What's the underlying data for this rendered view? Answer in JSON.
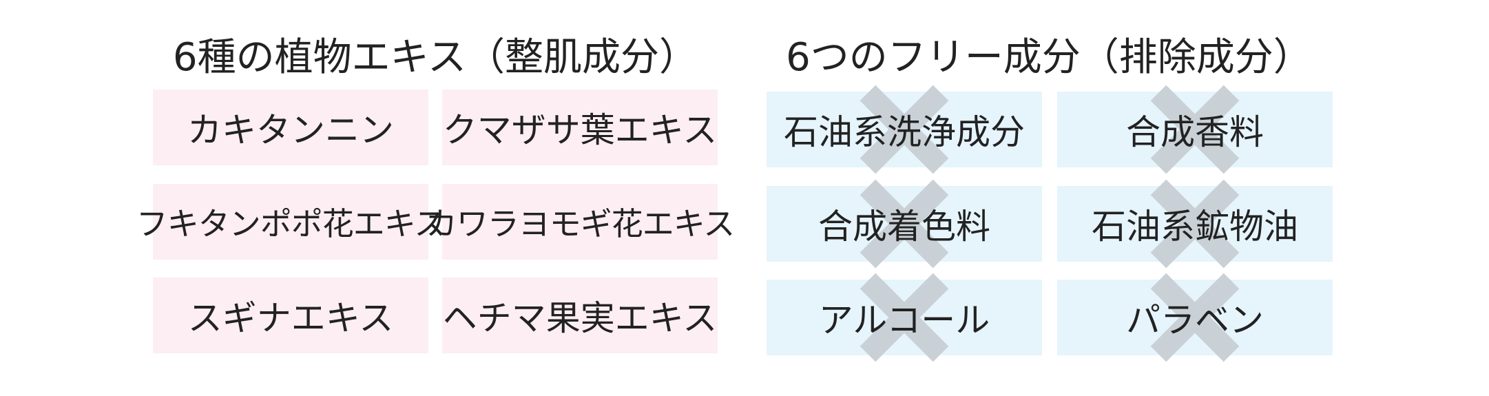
{
  "left_panel": {
    "title": "6種の植物エキス（整肌成分）",
    "items": [
      "カキタンニン",
      "クマザサ葉エキス",
      "フキタンポポ花エキス",
      "カワラヨモギ花エキス",
      "スギナエキス",
      "ヘチマ果実エキス"
    ]
  },
  "right_panel": {
    "title": "6つのフリー成分（排除成分）",
    "items": [
      "石油系洗浄成分",
      "合成香料",
      "合成着色料",
      "石油系鉱物油",
      "アルコール",
      "パラベン"
    ]
  },
  "colors": {
    "left_cell_bg": "#fdeef3",
    "right_cell_bg": "#e6f4fc",
    "cross_mark": "#c9d1d6"
  },
  "icons": {
    "free_mark": "cross-icon"
  }
}
